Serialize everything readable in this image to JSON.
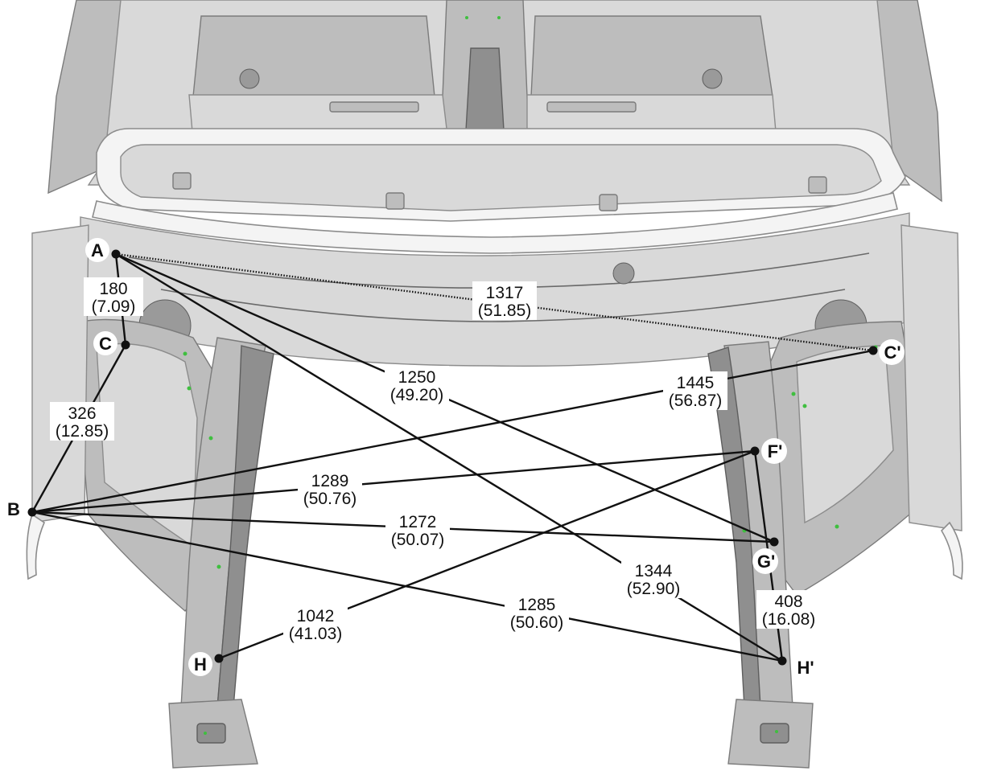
{
  "points": [
    {
      "id": "A",
      "label": "A"
    },
    {
      "id": "B",
      "label": "B"
    },
    {
      "id": "C",
      "label": "C"
    },
    {
      "id": "Cp",
      "label": "C'"
    },
    {
      "id": "Fp",
      "label": "F'"
    },
    {
      "id": "Gp",
      "label": "G'"
    },
    {
      "id": "H",
      "label": "H"
    },
    {
      "id": "Hp",
      "label": "H'"
    }
  ],
  "dimensions": [
    {
      "id": "A-C",
      "from": "A",
      "to": "C",
      "mm": "180",
      "inch": "(7.09)"
    },
    {
      "id": "A-Cp",
      "from": "A",
      "to": "Cp",
      "mm": "1317",
      "inch": "(51.85)"
    },
    {
      "id": "A-Gp",
      "from": "A",
      "to": "Gp",
      "mm": "1250",
      "inch": "(49.20)"
    },
    {
      "id": "A-Hp",
      "from": "A",
      "to": "Hp",
      "mm": "1344",
      "inch": "(52.90)"
    },
    {
      "id": "C-B",
      "from": "C",
      "to": "B",
      "mm": "326",
      "inch": "(12.85)"
    },
    {
      "id": "B-Cp",
      "from": "B",
      "to": "Cp",
      "mm": "1445",
      "inch": "(56.87)"
    },
    {
      "id": "B-Fp",
      "from": "B",
      "to": "Fp",
      "mm": "1289",
      "inch": "(50.76)"
    },
    {
      "id": "B-Gp",
      "from": "B",
      "to": "Gp",
      "mm": "1272",
      "inch": "(50.07)"
    },
    {
      "id": "B-Hp",
      "from": "B",
      "to": "Hp",
      "mm": "1285",
      "inch": "(50.60)"
    },
    {
      "id": "H-Fp",
      "from": "H",
      "to": "Fp",
      "mm": "1042",
      "inch": "(41.03)"
    },
    {
      "id": "Fp-Hp",
      "from": "Fp",
      "to": "Hp",
      "mm": "408",
      "inch": "(16.08)"
    }
  ]
}
